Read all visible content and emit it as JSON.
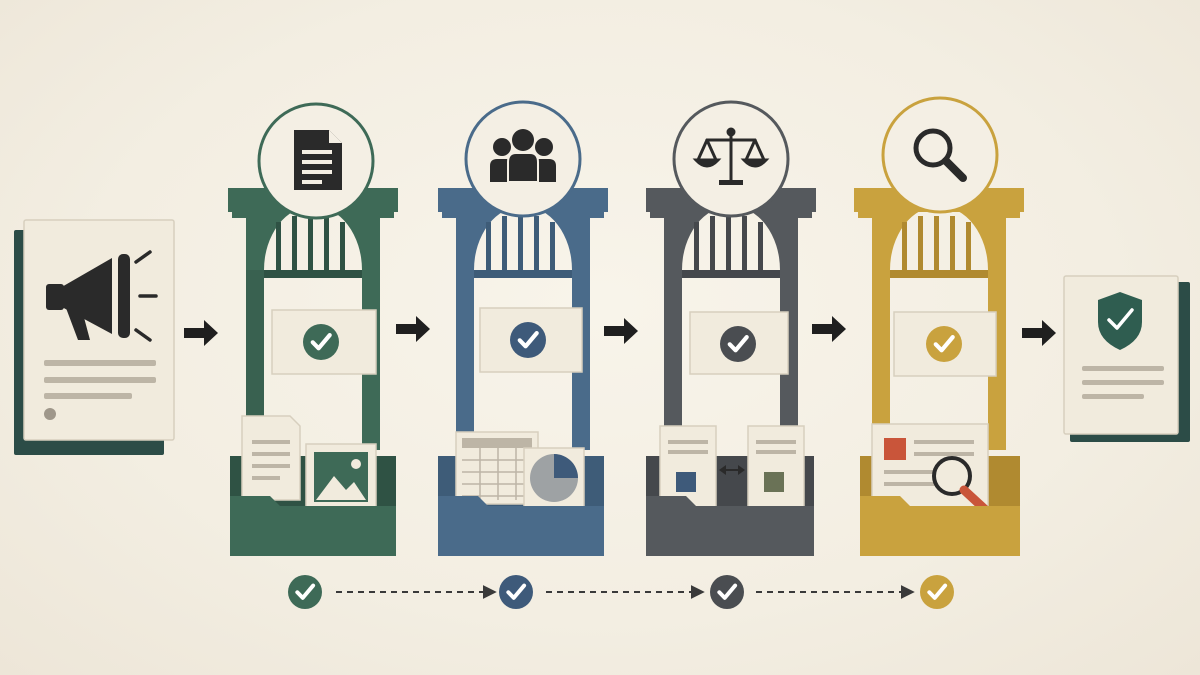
{
  "colors": {
    "background": "#f4efe4",
    "paper": "#f1ebdd",
    "ink": "#2a2a2a",
    "stage_green": "#3e6a57",
    "stage_blue": "#4a6b8a",
    "stage_gray": "#55595d",
    "stage_gold": "#c9a23e",
    "alert_red": "#c9553a",
    "dark_teal": "#2c4c47"
  },
  "input": {
    "icon": "megaphone-icon"
  },
  "output": {
    "icon": "shield-check-icon"
  },
  "stages": [
    {
      "id": "stage-1",
      "color": "#3e6a57",
      "icon": "document-icon",
      "folder_icon": "document-image-icon",
      "status": "approved"
    },
    {
      "id": "stage-2",
      "color": "#4a6b8a",
      "icon": "people-icon",
      "folder_icon": "spreadsheet-pie-chart-icon",
      "status": "approved"
    },
    {
      "id": "stage-3",
      "color": "#55595d",
      "icon": "scales-icon",
      "folder_icon": "compare-documents-icon",
      "status": "approved"
    },
    {
      "id": "stage-4",
      "color": "#c9a23e",
      "icon": "magnifier-icon",
      "folder_icon": "document-magnifier-icon",
      "status": "approved"
    }
  ],
  "timeline": {
    "checkpoints": 4,
    "connector_style": "dashed-arrow"
  }
}
